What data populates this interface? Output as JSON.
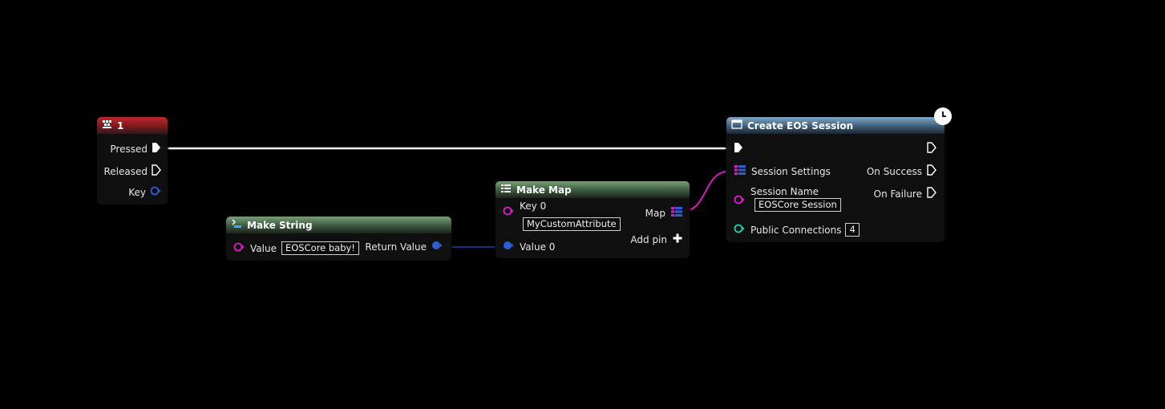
{
  "colors": {
    "exec": "#ffffff",
    "string": "#2b5ed4",
    "struct": "#e11ad0",
    "integer": "#23d1a8",
    "wire_string": "#1a3fb0",
    "wire_map": "#d918c6"
  },
  "nodes": {
    "key_event": {
      "title": "1",
      "icon": "keyboard-icon",
      "pins": {
        "pressed": "Pressed",
        "released": "Released",
        "key": "Key"
      }
    },
    "make_string": {
      "title": "Make String",
      "icon": "function-icon",
      "value_label": "Value",
      "value": "EOSCore baby!",
      "return_label": "Return Value"
    },
    "make_map": {
      "title": "Make Map",
      "icon": "map-icon",
      "key_label": "Key 0",
      "key_value": "MyCustomAttribute",
      "value_label": "Value 0",
      "map_label": "Map",
      "add_pin_label": "Add pin"
    },
    "create_session": {
      "title": "Create EOS Session",
      "icon": "async-node-icon",
      "session_settings_label": "Session Settings",
      "session_name_label": "Session Name",
      "session_name_value": "EOSCore Session",
      "public_connections_label": "Public Connections",
      "public_connections_value": "4",
      "on_success_label": "On Success",
      "on_failure_label": "On Failure",
      "latent_icon": "clock-icon"
    }
  }
}
